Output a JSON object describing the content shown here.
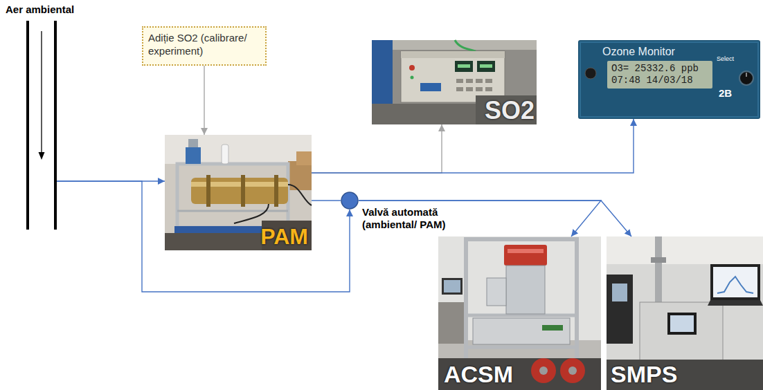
{
  "diagram": {
    "nodes": [
      {
        "text": [
          "Aer ambiental"
        ]
      },
      {
        "text": [
          "Adiție SO2 (calibrare/ experiment)"
        ]
      },
      {
        "text": [
          "PAM"
        ]
      },
      {
        "text": [
          "SO2"
        ]
      },
      {
        "text": [
          "Ozone Monitor",
          "O3= 25332.6 ppb 07:48 14/03/18",
          "Select",
          "2B"
        ]
      },
      {
        "text": [
          "Valvă automată (ambiental/ PAM)"
        ]
      },
      {
        "text": [
          "ACSM"
        ]
      },
      {
        "text": [
          "SMPS"
        ]
      }
    ],
    "edges": [
      {
        "from": 0,
        "to": 2,
        "arrow": "to"
      },
      {
        "from": 1,
        "to": 2,
        "arrow": "to"
      },
      {
        "from": 0,
        "to": 5,
        "arrow": "to"
      },
      {
        "from": 2,
        "to": 3,
        "arrow": "to"
      },
      {
        "from": 2,
        "to": 4,
        "arrow": "to"
      },
      {
        "from": 2,
        "to": 5,
        "arrow": "none"
      },
      {
        "from": 5,
        "to": 6,
        "arrow": "to"
      },
      {
        "from": 5,
        "to": 7,
        "arrow": "to"
      }
    ]
  }
}
